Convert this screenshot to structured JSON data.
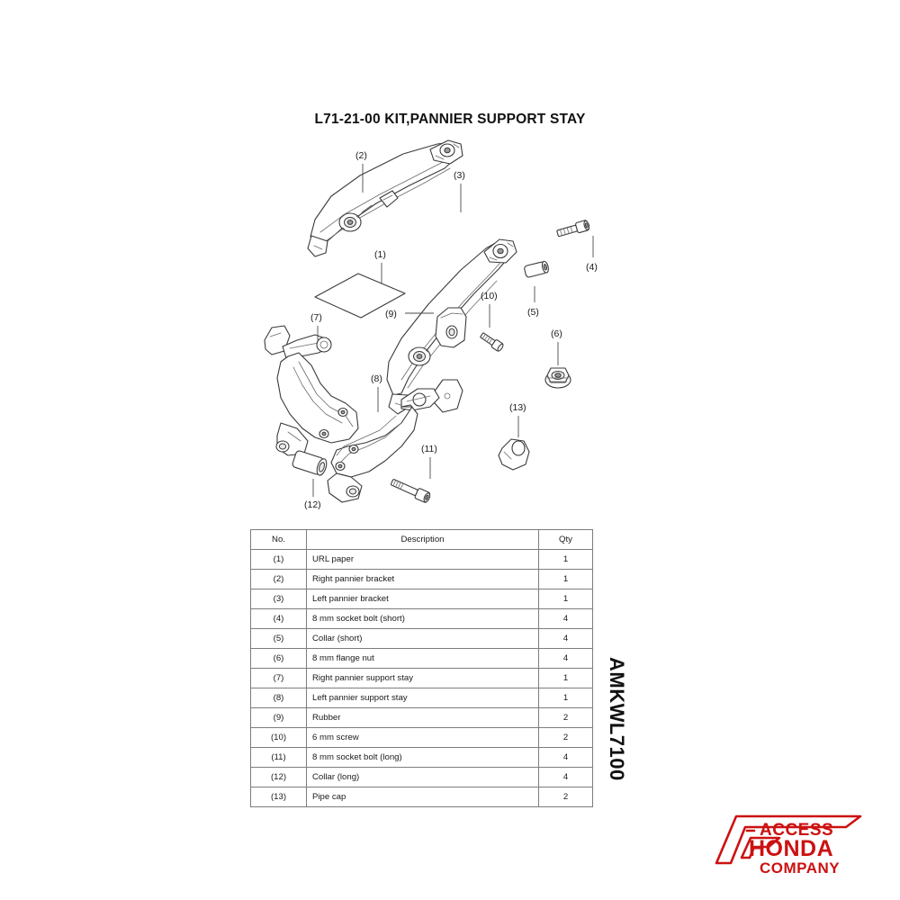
{
  "document": {
    "kit_title": "L71-21-00 KIT,PANNIER SUPPORT STAY",
    "drawing_code": "AMKWL7100",
    "background_color": "#ffffff",
    "line_color": "#333333"
  },
  "diagram": {
    "callouts": [
      {
        "ref": "(1)",
        "label": "(1)"
      },
      {
        "ref": "(2)",
        "label": "(2)"
      },
      {
        "ref": "(3)",
        "label": "(3)"
      },
      {
        "ref": "(4)",
        "label": "(4)"
      },
      {
        "ref": "(5)",
        "label": "(5)"
      },
      {
        "ref": "(6)",
        "label": "(6)"
      },
      {
        "ref": "(7)",
        "label": "(7)"
      },
      {
        "ref": "(8)",
        "label": "(8)"
      },
      {
        "ref": "(9)",
        "label": "(9)"
      },
      {
        "ref": "(10)",
        "label": "(10)"
      },
      {
        "ref": "(11)",
        "label": "(11)"
      },
      {
        "ref": "(12)",
        "label": "(12)"
      },
      {
        "ref": "(13)",
        "label": "(13)"
      }
    ]
  },
  "parts_table": {
    "headers": {
      "no": "No.",
      "description": "Description",
      "qty": "Qty"
    },
    "rows": [
      {
        "no": "(1)",
        "description": "URL paper",
        "qty": "1"
      },
      {
        "no": "(2)",
        "description": "Right pannier bracket",
        "qty": "1"
      },
      {
        "no": "(3)",
        "description": "Left pannier bracket",
        "qty": "1"
      },
      {
        "no": "(4)",
        "description": "8 mm socket bolt (short)",
        "qty": "4"
      },
      {
        "no": "(5)",
        "description": "Collar (short)",
        "qty": "4"
      },
      {
        "no": "(6)",
        "description": "8 mm flange nut",
        "qty": "4"
      },
      {
        "no": "(7)",
        "description": "Right pannier support stay",
        "qty": "1"
      },
      {
        "no": "(8)",
        "description": "Left pannier support stay",
        "qty": "1"
      },
      {
        "no": "(9)",
        "description": "Rubber",
        "qty": "2"
      },
      {
        "no": "(10)",
        "description": "6 mm screw",
        "qty": "2"
      },
      {
        "no": "(11)",
        "description": "8 mm socket bolt (long)",
        "qty": "4"
      },
      {
        "no": "(12)",
        "description": "Collar (long)",
        "qty": "4"
      },
      {
        "no": "(13)",
        "description": "Pipe cap",
        "qty": "2"
      }
    ]
  },
  "logo": {
    "line1": "ACCESS",
    "line2": "HONDA",
    "line3": "COMPANY",
    "color": "#cc1111"
  }
}
